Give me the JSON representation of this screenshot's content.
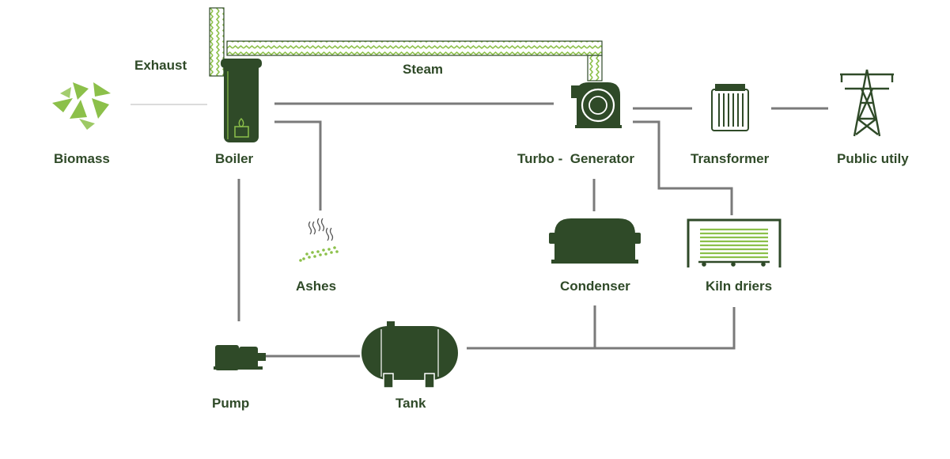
{
  "labels": {
    "exhaust": "Exhaust",
    "steam": "Steam",
    "biomass": "Biomass",
    "boiler": "Boiler",
    "turbo_generator": "Turbo -  Generator",
    "transformer": "Transformer",
    "public_utility": "Public utily",
    "ashes": "Ashes",
    "condenser": "Condenser",
    "kiln_driers": "Kiln driers",
    "pump": "Pump",
    "tank": "Tank"
  },
  "colors": {
    "equipment": "#2f4a28",
    "accent": "#8cc04a",
    "connector": "#7a7a7a",
    "label": "#2f4a28"
  },
  "icons": [
    "biomass-leaves-icon",
    "boiler-icon",
    "turbo-generator-icon",
    "transformer-icon",
    "power-pylon-icon",
    "ashes-icon",
    "condenser-icon",
    "kiln-drier-icon",
    "pump-icon",
    "tank-icon"
  ]
}
